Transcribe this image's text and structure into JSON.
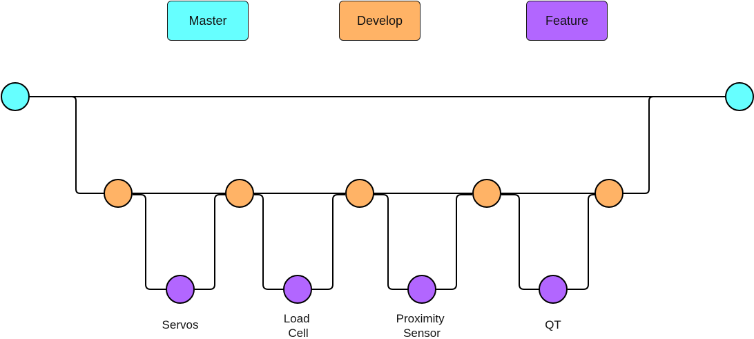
{
  "legend": {
    "master": {
      "label": "Master",
      "color": "#66ffff"
    },
    "develop": {
      "label": "Develop",
      "color": "#ffb366"
    },
    "feature": {
      "label": "Feature",
      "color": "#b266ff"
    }
  },
  "features": [
    {
      "lines": [
        "Servos"
      ]
    },
    {
      "lines": [
        "Load",
        "Cell"
      ]
    },
    {
      "lines": [
        "Proximity",
        "Sensor"
      ]
    },
    {
      "lines": [
        "QT"
      ]
    }
  ]
}
